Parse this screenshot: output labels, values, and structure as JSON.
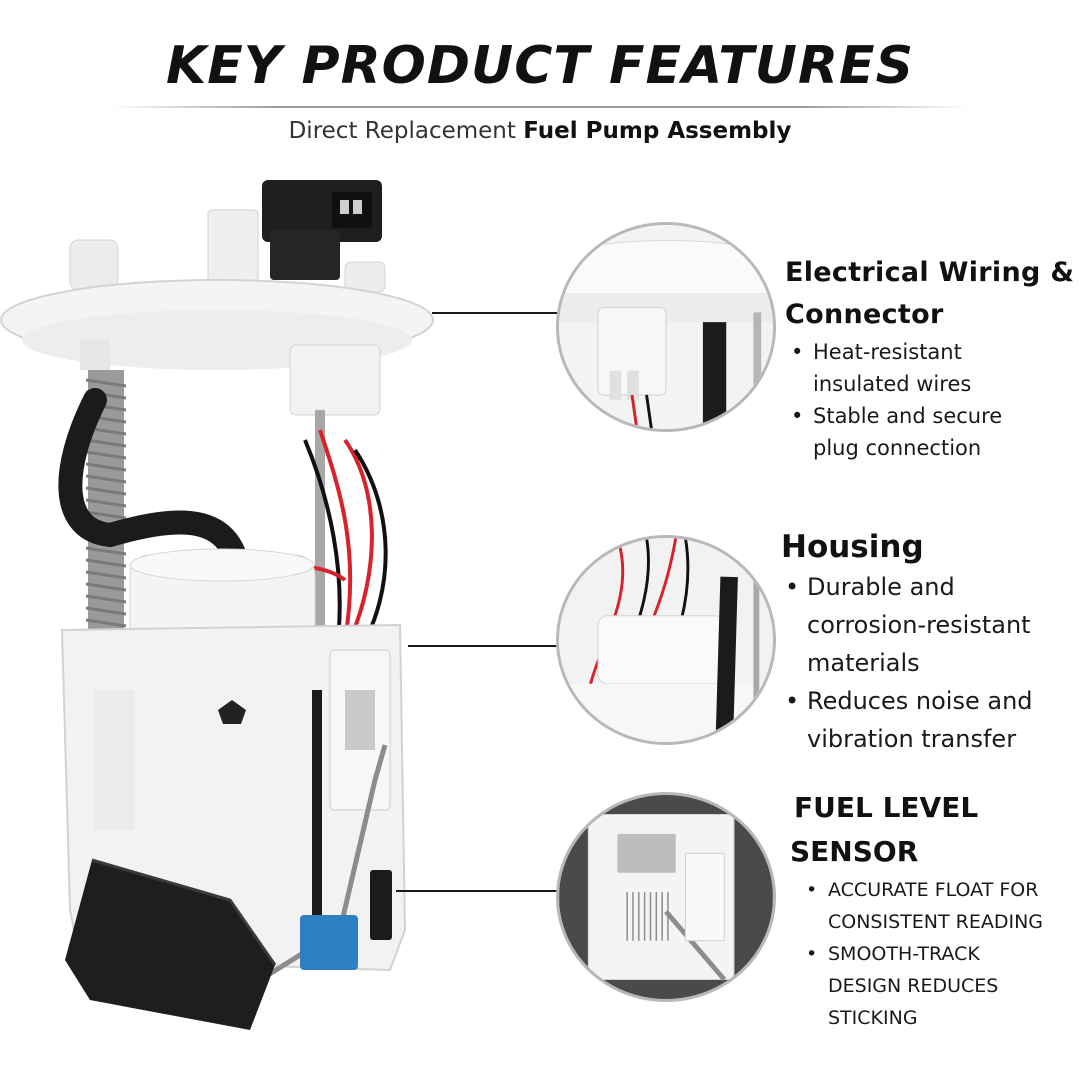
{
  "header": {
    "title": "KEY PRODUCT FEATURES",
    "subtitle_regular": "Direct Replacement",
    "subtitle_bold": "Fuel Pump Assembly"
  },
  "features": [
    {
      "title_line1": "Electrical Wiring &",
      "title_line2": "Connector",
      "bullets": [
        {
          "line1": "Heat-resistant",
          "line2": "insulated wires"
        },
        {
          "line1": "Stable and secure",
          "line2": "plug connection"
        }
      ]
    },
    {
      "title_line1": "Housing",
      "bullets": [
        {
          "line1": "Durable and",
          "line2": "corrosion-resistant",
          "line3": "materials"
        },
        {
          "line1": "Reduces noise and",
          "line2": "vibration transfer"
        }
      ]
    },
    {
      "title_line1": "FUEL LEVEL",
      "title_line2": "SENSOR",
      "bullets": [
        {
          "line1": "ACCURATE FLOAT FOR",
          "line2": "CONSISTENT READING"
        },
        {
          "line1": "SMOOTH-TRACK",
          "line2": "DESIGN REDUCES",
          "line3": "STICKING"
        }
      ]
    }
  ],
  "colors": {
    "plastic": "#f3f3f3",
    "hose": "#1b1b1b",
    "wire_red": "#d8222b",
    "clip_blue": "#2f7fc4",
    "float": "#1e1e1e",
    "circle_border": "#b8b8b8"
  }
}
